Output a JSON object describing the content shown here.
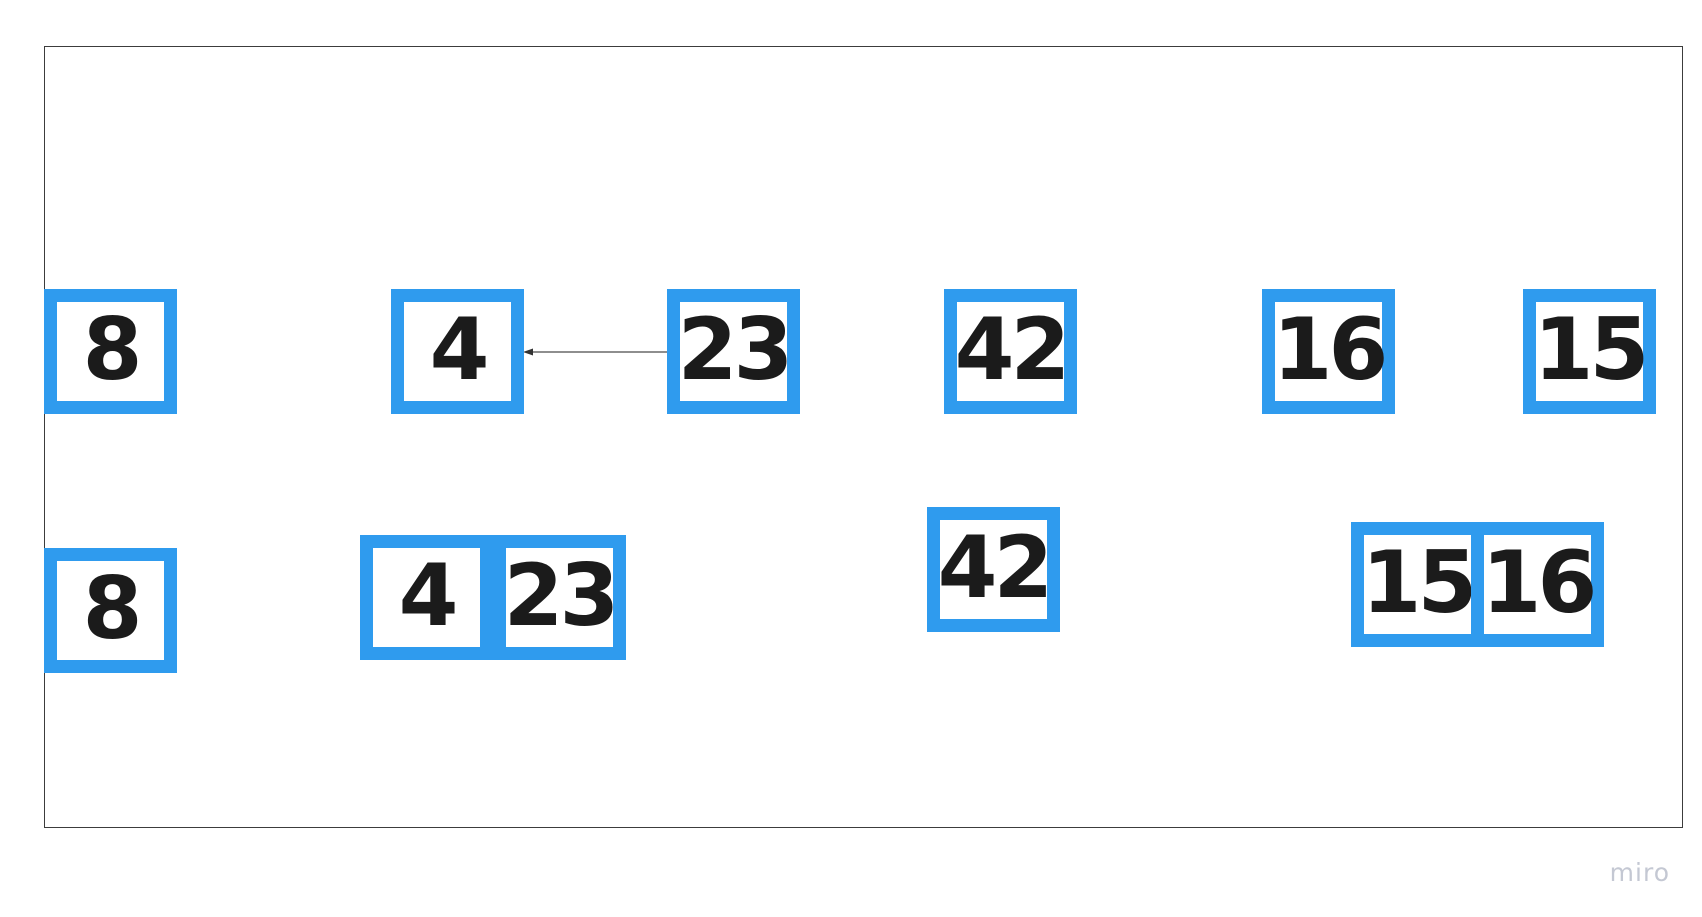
{
  "row1": {
    "n8": "8",
    "n4": "4",
    "n23": "23",
    "n42": "42",
    "n16": "16",
    "n15": "15"
  },
  "row2": {
    "n8": "8",
    "n4": "4",
    "n23": "23",
    "n42": "42",
    "n15": "15",
    "n16": "16"
  },
  "colors": {
    "node_border": "#2f9bee",
    "node_text": "#1b1b1b",
    "frame_border": "#3c3c3c",
    "watermark": "#c4c8d3"
  },
  "edges": [
    {
      "from": "row1-n23",
      "to": "row1-n4",
      "arrow": "end"
    }
  ],
  "watermark": "miro"
}
